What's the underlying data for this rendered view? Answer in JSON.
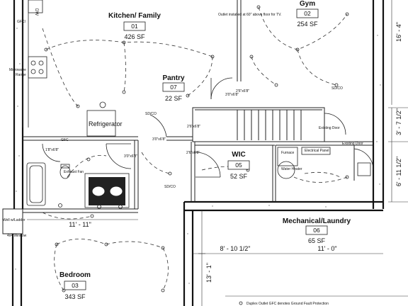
{
  "rooms": [
    {
      "name": "Kitchen/ Family",
      "number": "01",
      "area": "426 SF"
    },
    {
      "name": "Gym",
      "number": "02",
      "area": "254 SF"
    },
    {
      "name": "Bedroom",
      "number": "03",
      "area": "343 SF"
    },
    {
      "name": "WIC",
      "number": "05",
      "area": "52 SF"
    },
    {
      "name": "Mechanical/Laundry",
      "number": "06",
      "area": "65 SF"
    },
    {
      "name": "Pantry",
      "number": "07",
      "area": "22 SF"
    }
  ],
  "dimensions": {
    "gym_height": "16' - 4\"",
    "stair_height": "3' - 7 1/2\"",
    "mech_height": "6' - 11 1/2\"",
    "bath_width": "11' - 11\"",
    "mech_width_a": "8' - 10 1/2\"",
    "mech_width_b": "11' - 0\"",
    "bedroom_height": "13' - 1\""
  },
  "labels": {
    "outlet_note": "Outlet installed at 60\" above floor for TV.",
    "refrigerator": "Refrigerator",
    "microwave": "Microwave",
    "range": "Range",
    "dw": "DW",
    "gfci": "GFCI",
    "gfc": "GFC",
    "sdco": "SD/CO",
    "exhaust_fan": "Exhaust Fan",
    "existing_door_1": "Existing Door",
    "existing_door_2": "Existing Door",
    "furnace": "Furnace",
    "electrical_panel": "Electrical Panel",
    "water_heater": "Water Heater",
    "well_ladder": "Well w/Ladder",
    "egress_window": "4x4 Window",
    "door_2_6x6_8": "2'6\"x6'8\"",
    "door_3_0x6_8_a": "3'0\"x6'8\"",
    "door_3_0x6_8_b": "3'0\"x6'8\"",
    "door_3_0x6_8_c": "3'0\"x6'8\"",
    "door_2_6x6_8_wic": "2'6\"x6'8\"",
    "door_2_6x6_8_pantry": "2'6\"x6'8\"",
    "door_1_8x6_8": "1'8\"x6'8\"",
    "legend": "Duplex Outlet   GFC denotes Ground Fault Protection"
  }
}
